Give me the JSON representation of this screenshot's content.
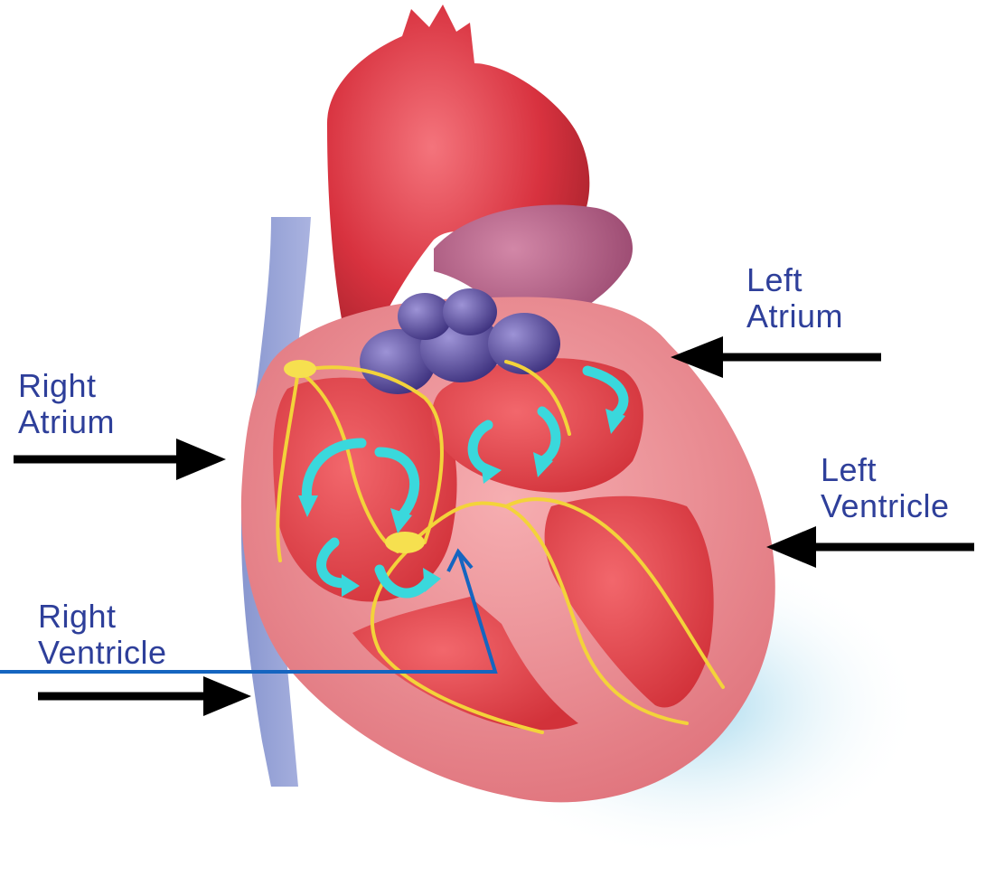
{
  "labels": {
    "left_atrium": [
      "Left",
      "Atrium"
    ],
    "right_atrium": [
      "Right",
      "Atrium"
    ],
    "left_ventricle": [
      "Left",
      "Ventricle"
    ],
    "right_ventricle": [
      "Right",
      "Ventricle"
    ]
  },
  "colors": {
    "label_text": "#2e3f9a",
    "arrow": "#000000",
    "pointer_line": "#1565c0",
    "aorta": "#d8323f",
    "pulmonary_artery": "#a24a70",
    "heart_wall": "#e9838a",
    "chamber": "#e8424a",
    "valves": "#5a4f9b",
    "vena_cava": "#8090c8",
    "conduction_path": "#f3d33a",
    "flow_arrows": "#3ad8dc",
    "shadow": "#bfe6f2"
  }
}
